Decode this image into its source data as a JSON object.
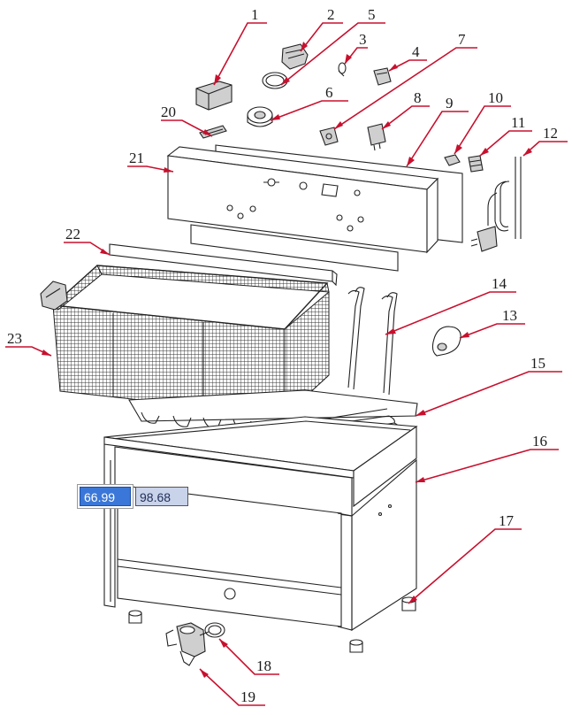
{
  "part_labels": [
    "1",
    "2",
    "3",
    "4",
    "5",
    "6",
    "7",
    "8",
    "9",
    "10",
    "11",
    "12",
    "13",
    "14",
    "15",
    "16",
    "17",
    "18",
    "19",
    "20",
    "21",
    "22",
    "23"
  ],
  "measurements": {
    "first": "66.99",
    "second": "98.68"
  },
  "colors": {
    "leader": "#c8102e",
    "selection": "#3a77d8",
    "field": "#c9d3ea"
  }
}
